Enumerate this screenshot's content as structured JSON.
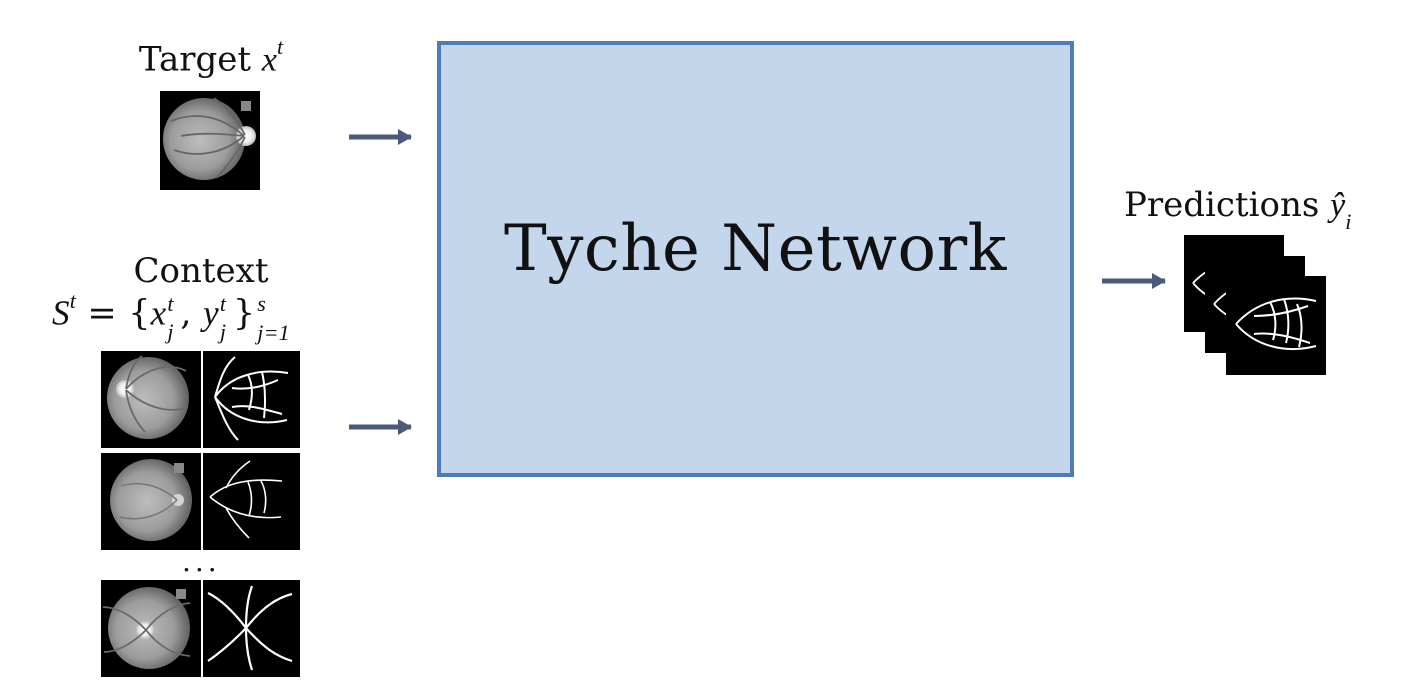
{
  "target": {
    "label": "Target",
    "symbol": "x",
    "superscript": "t"
  },
  "context": {
    "title": "Context",
    "set_symbol": "S",
    "set_superscript": "t",
    "equals": " = {",
    "x_symbol": "x",
    "y_symbol": "y",
    "x_superscript": "t",
    "y_superscript": "t",
    "x_subscript": "j",
    "y_subscript": "j",
    "comma": ", ",
    "close": "}",
    "upper_limit": "s",
    "lower_limit": "j=1",
    "ellipsis": "..."
  },
  "network": {
    "label": "Tyche Network"
  },
  "predictions": {
    "label": "Predictions",
    "symbol": "ŷ",
    "subscript": "i"
  },
  "colors": {
    "network_fill": "#c3d6eb",
    "network_border": "#4f7cb7",
    "arrow": "#4a5a78",
    "image_background": "#000000",
    "fundus_gray": "#a8a8a8",
    "vessel_white": "#ffffff"
  },
  "icons": {
    "arrow": "right-arrow-icon",
    "target_image": "retina-fundus-image",
    "context_image": "retina-fundus-image",
    "context_mask": "vessel-segmentation-mask",
    "prediction_mask": "vessel-segmentation-mask"
  }
}
